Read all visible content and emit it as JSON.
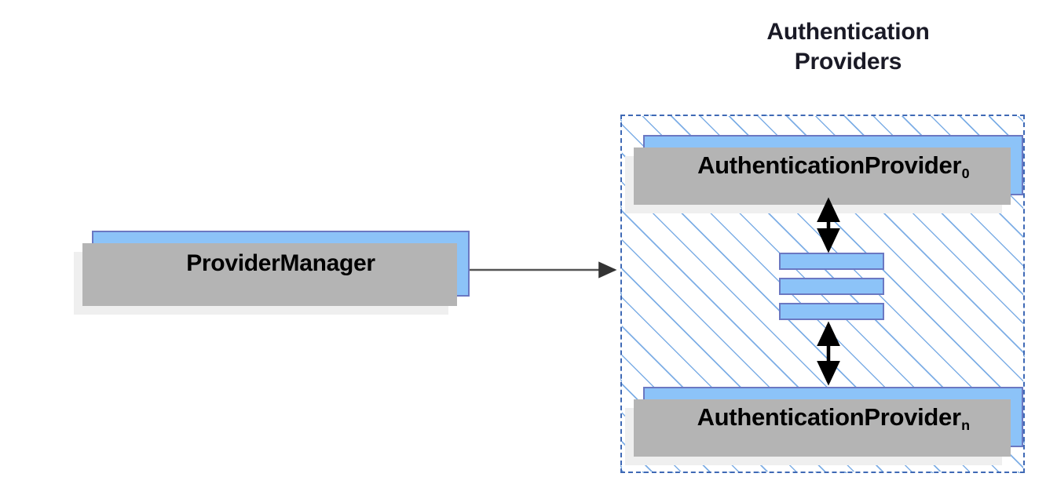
{
  "diagram": {
    "title": "Authentication\nProviders",
    "title_line_1": "Authentication",
    "title_line_2": "Providers",
    "background_color": "#ffffff"
  },
  "colors": {
    "node_fill": "#8cc3f8",
    "node_border": "#6b78c2",
    "node_shadow": "#b4b4b4",
    "node_shadow_soft": "#efefef",
    "group_border": "#3f69b5",
    "group_hatch": "#76aae4",
    "arrow": "#555555",
    "bidirectional_arrow": "#000000",
    "text": "#000000",
    "title_text": "#1a1a26"
  },
  "nodes": {
    "provider_manager": {
      "label": "ProviderManager",
      "subscript": ""
    },
    "auth_provider_first": {
      "label": "AuthenticationProvider",
      "subscript": "0"
    },
    "auth_provider_last": {
      "label": "AuthenticationProvider",
      "subscript": "n"
    }
  },
  "group": {
    "name": "Authentication Providers",
    "border_style": "dashed",
    "fill_style": "diagonal-hatch"
  },
  "ellipsis": {
    "name": "more-providers-indicator",
    "bar_count": 3
  },
  "connections": [
    {
      "name": "provider-manager-to-group",
      "from": "ProviderManager",
      "to": "Authentication Providers",
      "style": "solid",
      "arrowheads": "end"
    },
    {
      "name": "first-provider-to-ellipsis",
      "from": "AuthenticationProvider0",
      "to": "more-providers-indicator",
      "style": "solid",
      "arrowheads": "both"
    },
    {
      "name": "ellipsis-to-last-provider",
      "from": "more-providers-indicator",
      "to": "AuthenticationProvidern",
      "style": "solid",
      "arrowheads": "both"
    }
  ]
}
